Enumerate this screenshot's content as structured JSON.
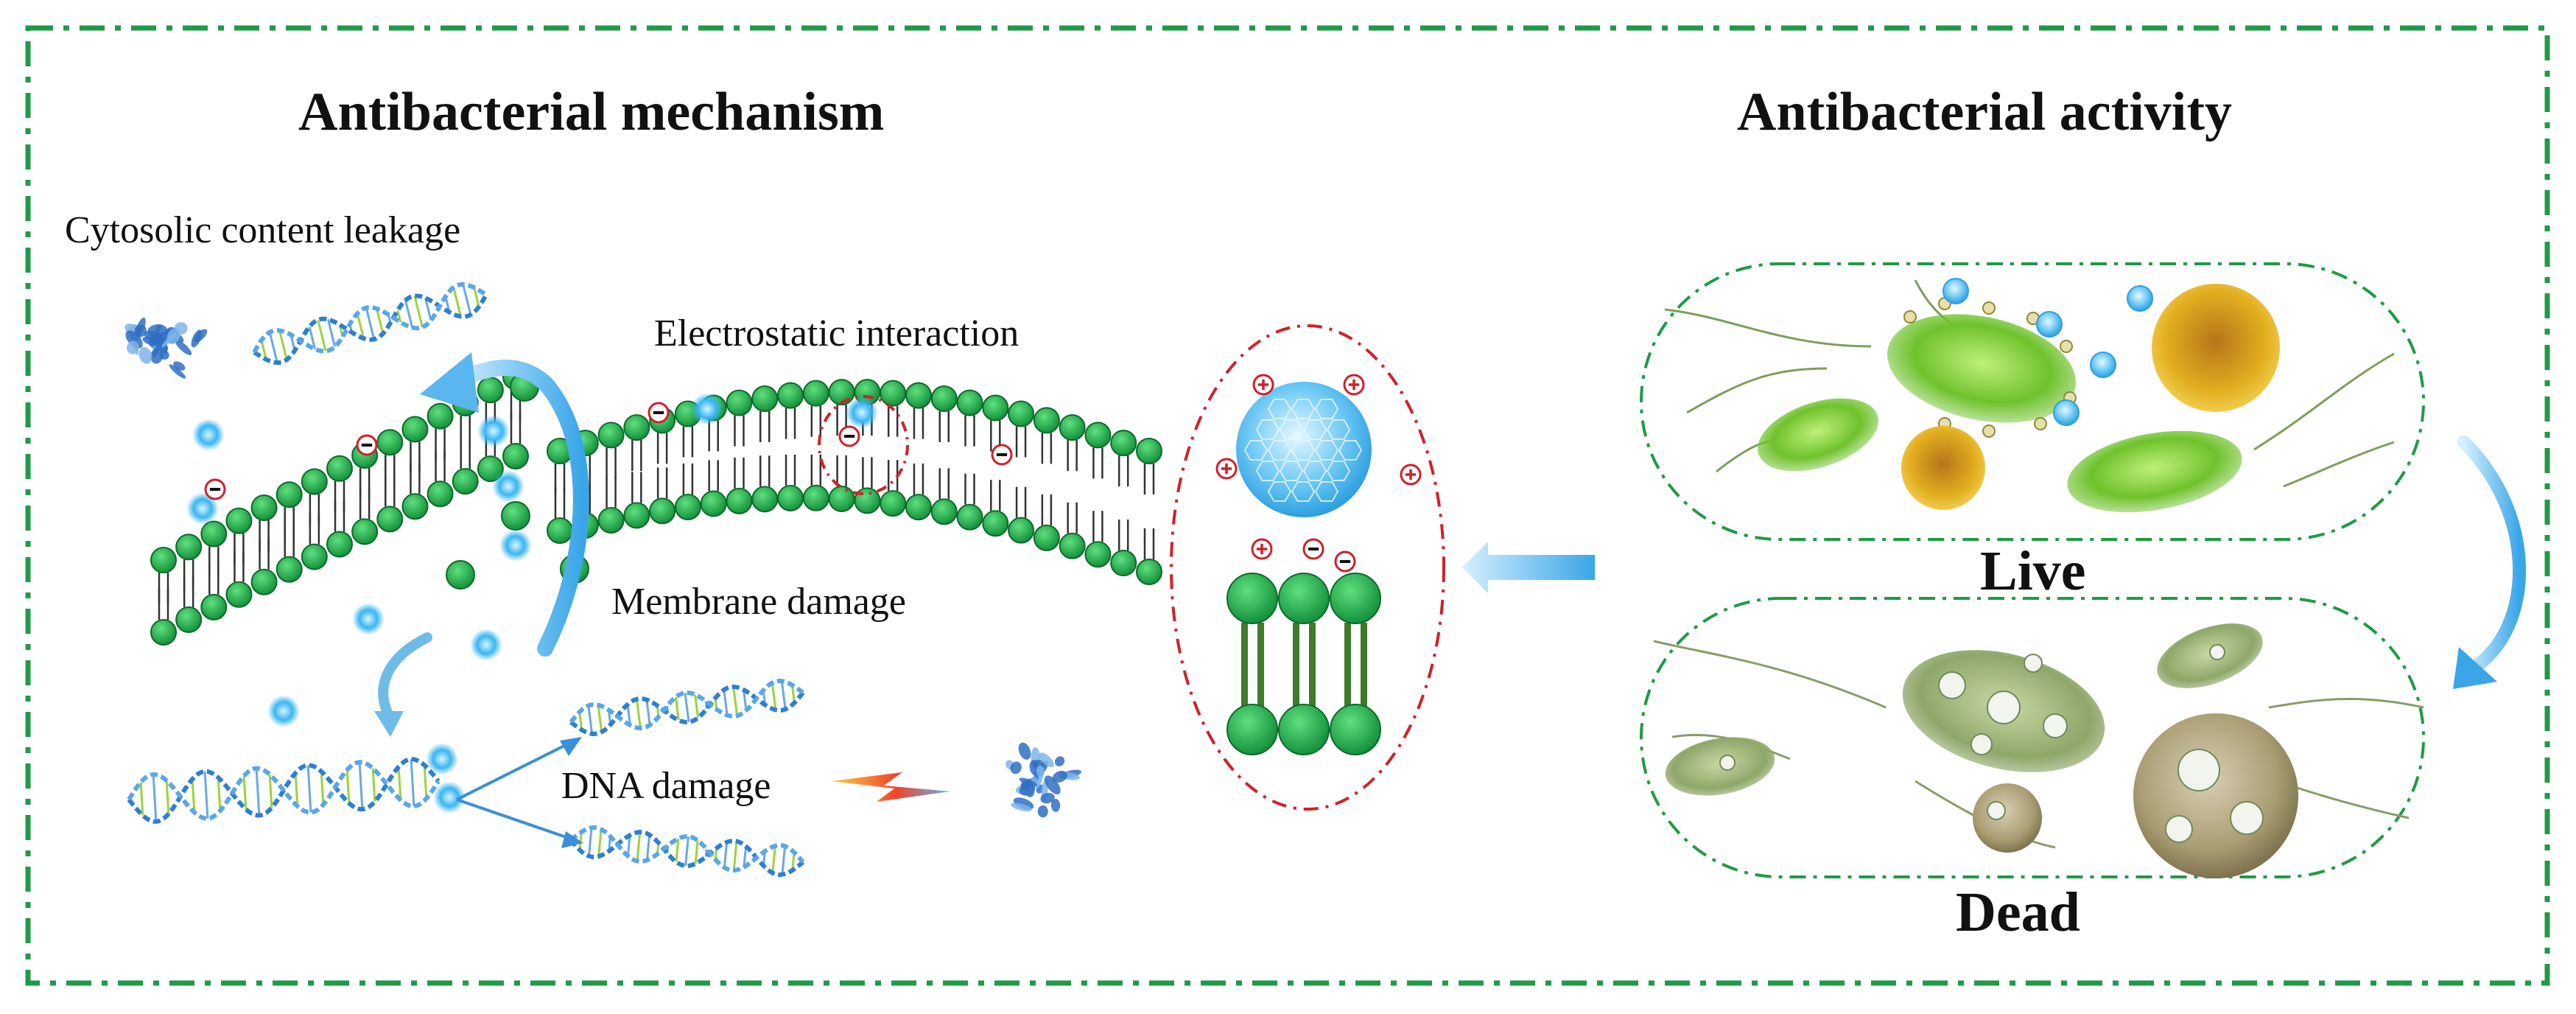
{
  "left_panel": {
    "title": "Antibacterial mechanism",
    "labels": {
      "cytosolic": "Cytosolic content leakage",
      "electrostatic": "Electrostatic interaction",
      "membrane": "Membrane damage",
      "dna": "DNA damage"
    }
  },
  "right_panel": {
    "title": "Antibacterial activity",
    "live": "Live",
    "dead": "Dead"
  },
  "colors": {
    "frame": "#1f9a46",
    "lipid_head": "#1fa54a",
    "lipid_outline": "#0c6a2a",
    "ion": "#39b6f2",
    "charge_ring": "#d0212a",
    "arrow": "#4aaee6",
    "gold": "#d9a21b",
    "bacteria": "#7ccf3a"
  }
}
